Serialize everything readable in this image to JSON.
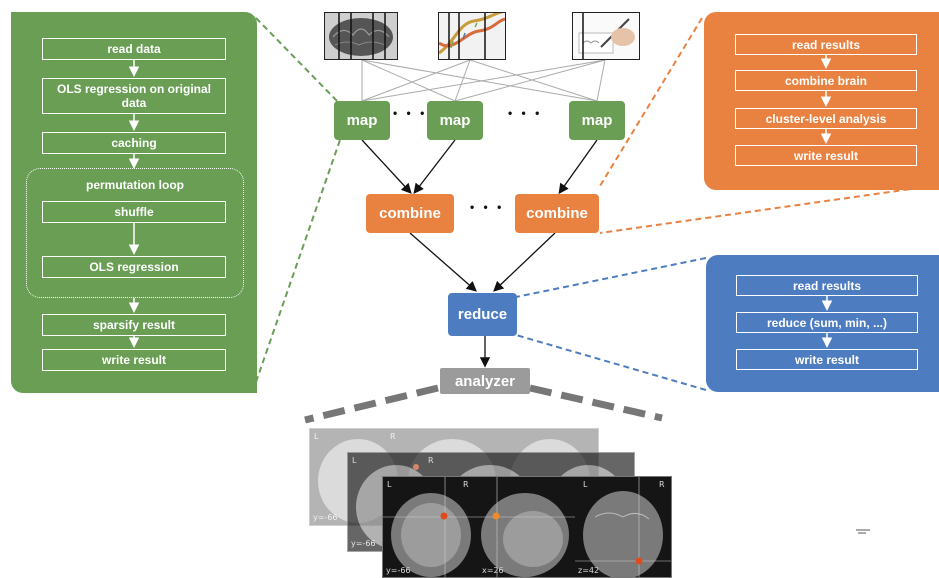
{
  "inputs": {
    "icons": [
      "brain-image-icon",
      "dna-helix-icon",
      "hand-writing-icon"
    ]
  },
  "map_nodes": [
    "map",
    "map",
    "map"
  ],
  "map_ellipses": [
    "• • •",
    "• • •"
  ],
  "combine_nodes": [
    "combine",
    "combine"
  ],
  "combine_ellipsis": "• • •",
  "reduce_node": "reduce",
  "analyzer_node": "analyzer",
  "map_detail": {
    "steps_top": [
      "read data",
      "OLS regression on original data",
      "caching"
    ],
    "loop_label": "permutation loop",
    "loop_steps": [
      "shuffle",
      "OLS regression"
    ],
    "steps_bottom": [
      "sparsify result",
      "write result"
    ]
  },
  "combine_detail": {
    "steps": [
      "read results",
      "combine brain",
      "cluster-level analysis",
      "write result"
    ]
  },
  "reduce_detail": {
    "steps": [
      "read results",
      "reduce (sum, min, ...)",
      "write result"
    ]
  },
  "scans": {
    "back": {
      "L": "L",
      "R": "R",
      "y": "y=-66"
    },
    "mid": {
      "L": "L",
      "R": "R",
      "y": "y=-66"
    },
    "front": {
      "L1": "L",
      "R1": "R",
      "L3": "L",
      "R3": "R",
      "y": "y=-66",
      "x": "x=26",
      "z": "z=42"
    }
  },
  "colors": {
    "map": "#6a9e55",
    "combine": "#e98140",
    "reduce": "#4e7cc1",
    "analyzer": "#9b9b9b"
  }
}
